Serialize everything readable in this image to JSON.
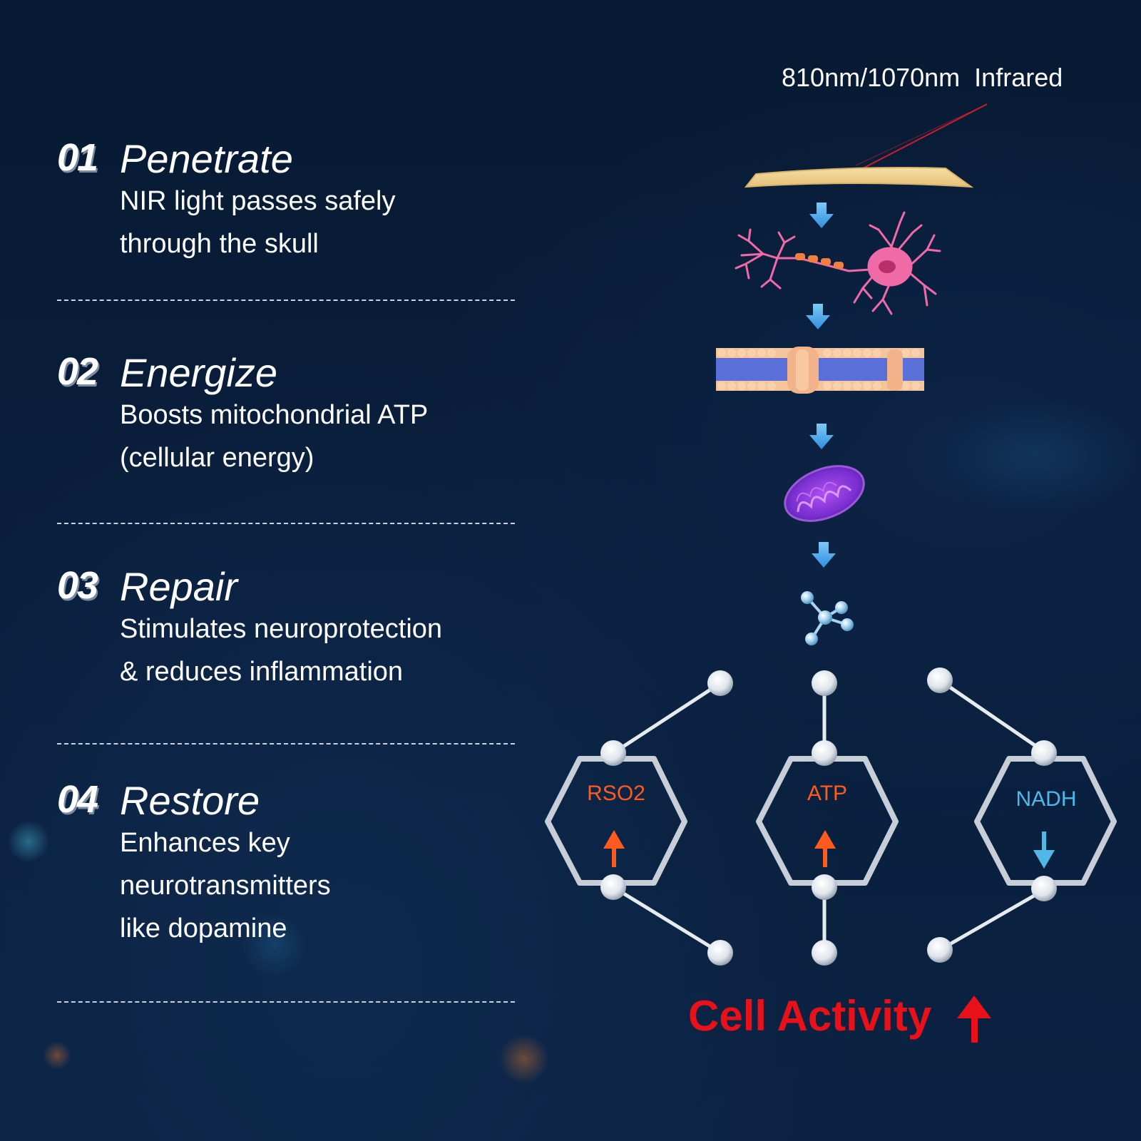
{
  "steps": [
    {
      "number": "01",
      "title": "Penetrate",
      "description": "NIR light passes safely\nthrough the skull"
    },
    {
      "number": "02",
      "title": "Energize",
      "description": "Boosts mitochondrial ATP\n(cellular energy)"
    },
    {
      "number": "03",
      "title": "Repair",
      "description": "Stimulates neuroprotection\n& reduces inflammation"
    },
    {
      "number": "04",
      "title": "Restore",
      "description": "Enhances key\nneurotransmitters\nlike dopamine"
    }
  ],
  "infrared_label": "810nm/1070nm  Infrared",
  "markers": [
    {
      "label": "RSO2",
      "direction": "up",
      "color": "#ff5a1f"
    },
    {
      "label": "ATP",
      "direction": "up",
      "color": "#ff5a1f"
    },
    {
      "label": "NADH",
      "direction": "down",
      "color": "#4fb8e8"
    }
  ],
  "result": {
    "label": "Cell Activity",
    "arrow": "↑",
    "color": "#e8111a"
  },
  "icons": [
    "skull-layer-icon",
    "neuron-icon",
    "cell-membrane-icon",
    "mitochondria-icon",
    "molecule-icon"
  ]
}
